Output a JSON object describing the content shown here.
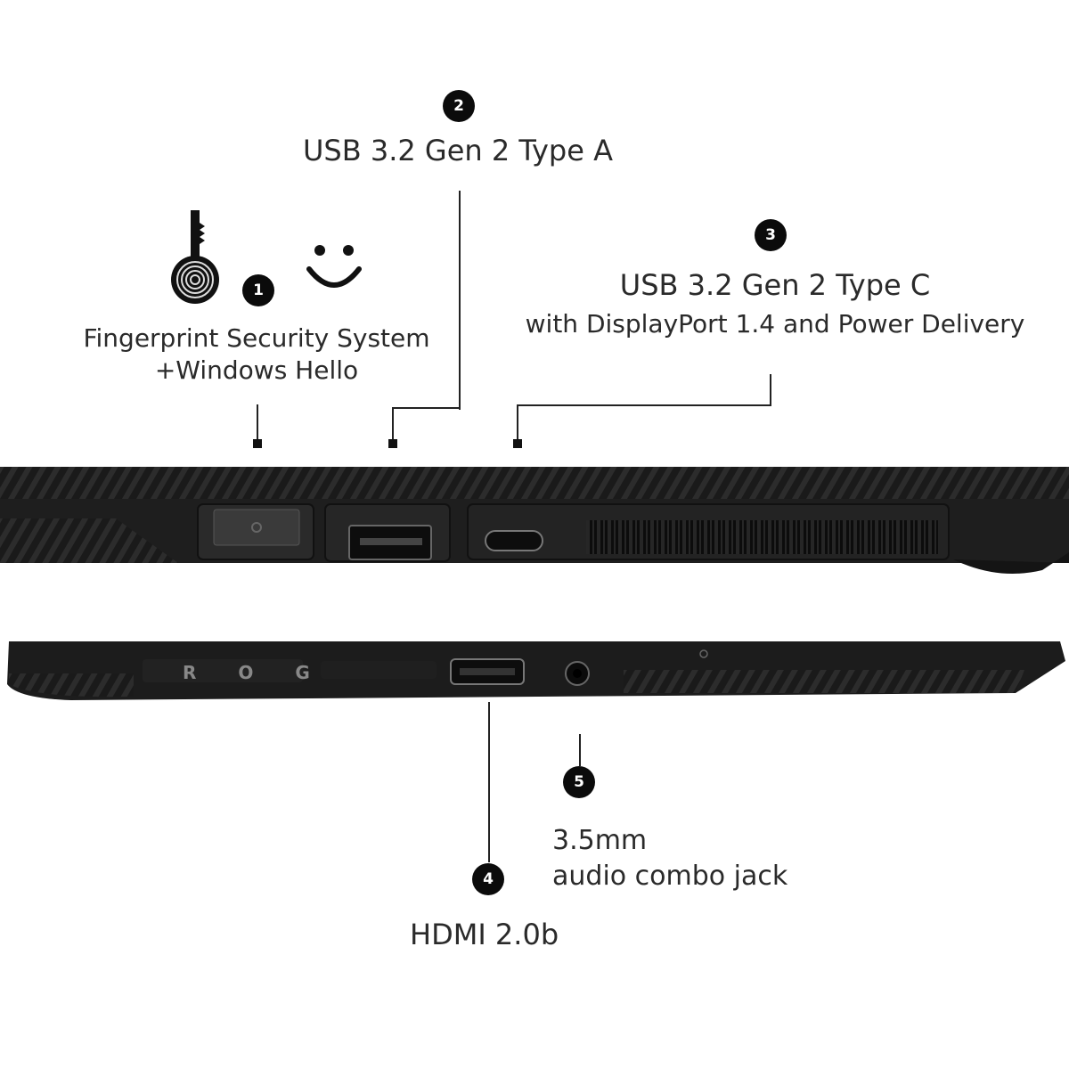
{
  "callouts": [
    {
      "number": "1",
      "lines": [
        "Fingerprint Security System",
        "+Windows Hello"
      ]
    },
    {
      "number": "2",
      "lines": [
        "USB 3.2 Gen 2 Type A"
      ]
    },
    {
      "number": "3",
      "lines": [
        "USB 3.2 Gen 2 Type C",
        "with DisplayPort 1.4 and Power Delivery"
      ]
    },
    {
      "number": "4",
      "lines": [
        "HDMI 2.0b"
      ]
    },
    {
      "number": "5",
      "lines": [
        "3.5mm",
        "audio combo jack"
      ]
    }
  ],
  "laptop_logo": "R O G",
  "colors": {
    "chassis": "#1c1c1c",
    "callout_badge": "#0b0b0b",
    "text": "#2a2a2a"
  },
  "icons": [
    "fingerprint-key-icon",
    "smiley-face-icon"
  ]
}
